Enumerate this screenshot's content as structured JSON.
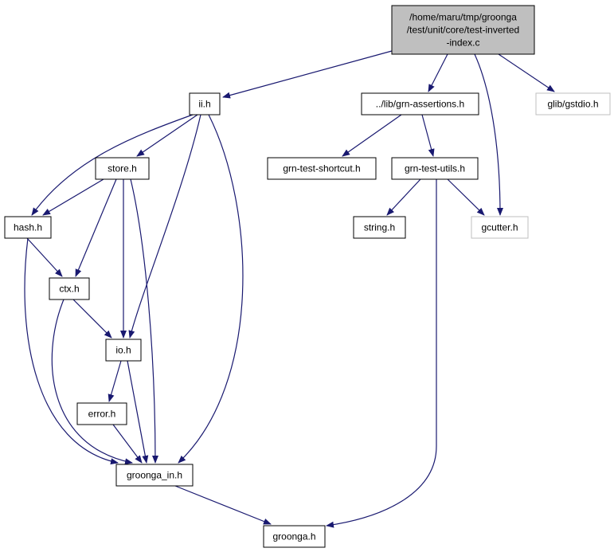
{
  "colors": {
    "edge": "#191970",
    "node_border": "#000000",
    "node_border_external": "#bfbfbf",
    "root_fill": "#bfbfbf",
    "node_fill": "#ffffff",
    "text": "#000000"
  },
  "nodes": {
    "root": {
      "lines": [
        "/home/maru/tmp/groonga",
        "/test/unit/core/test-inverted",
        "-index.c"
      ],
      "kind": "root"
    },
    "ii_h": {
      "lines": [
        "ii.h"
      ],
      "kind": "normal"
    },
    "grn_assertions_h": {
      "lines": [
        "../lib/grn-assertions.h"
      ],
      "kind": "normal"
    },
    "glib_gstdio_h": {
      "lines": [
        "glib/gstdio.h"
      ],
      "kind": "external"
    },
    "store_h": {
      "lines": [
        "store.h"
      ],
      "kind": "normal"
    },
    "grn_test_shortcut_h": {
      "lines": [
        "grn-test-shortcut.h"
      ],
      "kind": "normal"
    },
    "grn_test_utils_h": {
      "lines": [
        "grn-test-utils.h"
      ],
      "kind": "normal"
    },
    "hash_h": {
      "lines": [
        "hash.h"
      ],
      "kind": "normal"
    },
    "string_h": {
      "lines": [
        "string.h"
      ],
      "kind": "normal"
    },
    "gcutter_h": {
      "lines": [
        "gcutter.h"
      ],
      "kind": "external"
    },
    "ctx_h": {
      "lines": [
        "ctx.h"
      ],
      "kind": "normal"
    },
    "io_h": {
      "lines": [
        "io.h"
      ],
      "kind": "normal"
    },
    "error_h": {
      "lines": [
        "error.h"
      ],
      "kind": "normal"
    },
    "groonga_in_h": {
      "lines": [
        "groonga_in.h"
      ],
      "kind": "normal"
    },
    "groonga_h": {
      "lines": [
        "groonga.h"
      ],
      "kind": "normal"
    }
  },
  "edges": [
    [
      "root",
      "ii_h"
    ],
    [
      "root",
      "grn_assertions_h"
    ],
    [
      "root",
      "gcutter_h"
    ],
    [
      "root",
      "glib_gstdio_h"
    ],
    [
      "ii_h",
      "hash_h"
    ],
    [
      "ii_h",
      "store_h"
    ],
    [
      "ii_h",
      "io_h"
    ],
    [
      "ii_h",
      "groonga_in_h"
    ],
    [
      "store_h",
      "hash_h"
    ],
    [
      "store_h",
      "ctx_h"
    ],
    [
      "store_h",
      "io_h"
    ],
    [
      "store_h",
      "groonga_in_h"
    ],
    [
      "hash_h",
      "ctx_h"
    ],
    [
      "hash_h",
      "groonga_in_h"
    ],
    [
      "ctx_h",
      "io_h"
    ],
    [
      "ctx_h",
      "groonga_in_h"
    ],
    [
      "io_h",
      "error_h"
    ],
    [
      "io_h",
      "groonga_in_h"
    ],
    [
      "error_h",
      "groonga_in_h"
    ],
    [
      "groonga_in_h",
      "groonga_h"
    ],
    [
      "grn_assertions_h",
      "grn_test_shortcut_h"
    ],
    [
      "grn_assertions_h",
      "grn_test_utils_h"
    ],
    [
      "grn_test_utils_h",
      "string_h"
    ],
    [
      "grn_test_utils_h",
      "gcutter_h"
    ],
    [
      "grn_test_utils_h",
      "groonga_h"
    ]
  ]
}
